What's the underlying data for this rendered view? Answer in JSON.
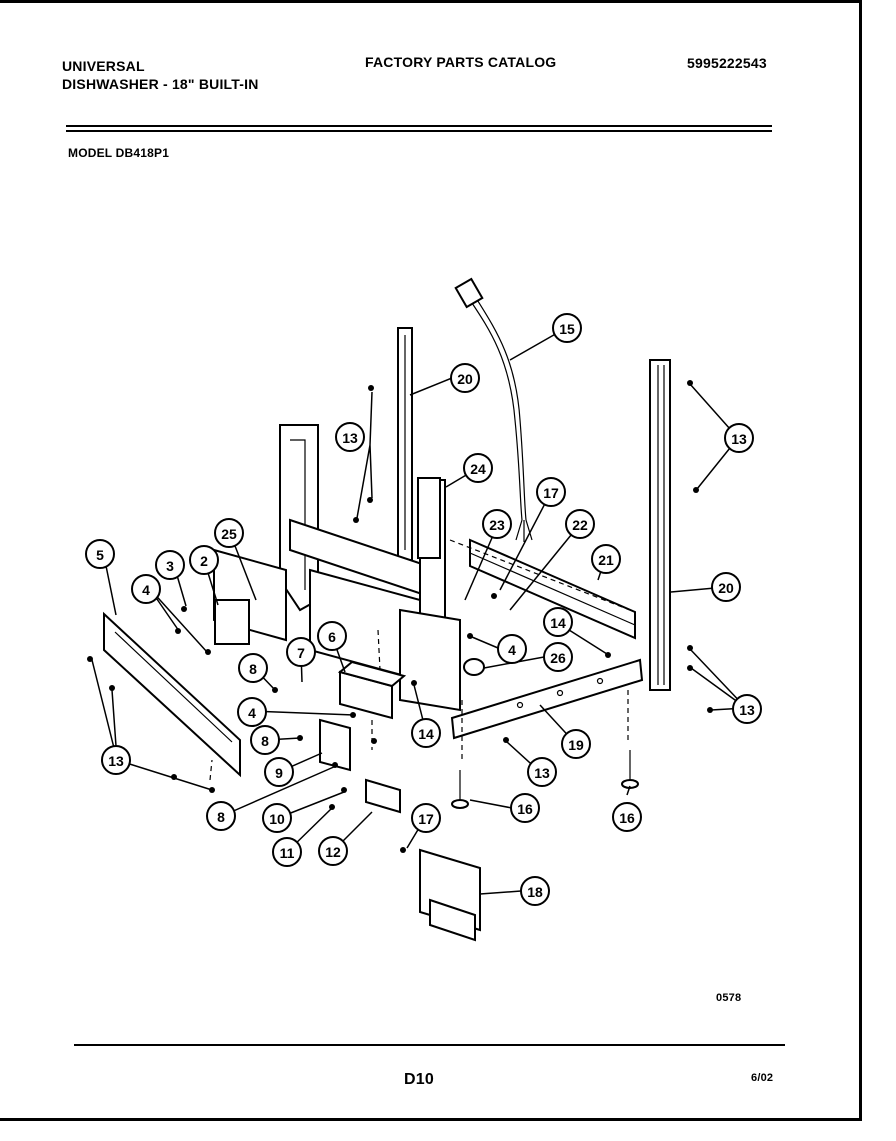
{
  "header": {
    "brand": "UNIVERSAL",
    "product": "DISHWASHER - 18\" BUILT-IN",
    "catalog_title": "FACTORY PARTS CATALOG",
    "catalog_number": "5995222543",
    "model_label": "MODEL DB418P1"
  },
  "diagram": {
    "callouts": [
      {
        "label": "2"
      },
      {
        "label": "3"
      },
      {
        "label": "4"
      },
      {
        "label": "4"
      },
      {
        "label": "4"
      },
      {
        "label": "5"
      },
      {
        "label": "6"
      },
      {
        "label": "7"
      },
      {
        "label": "8"
      },
      {
        "label": "8"
      },
      {
        "label": "8"
      },
      {
        "label": "9"
      },
      {
        "label": "10"
      },
      {
        "label": "11"
      },
      {
        "label": "12"
      },
      {
        "label": "13"
      },
      {
        "label": "13"
      },
      {
        "label": "13"
      },
      {
        "label": "13"
      },
      {
        "label": "13"
      },
      {
        "label": "14"
      },
      {
        "label": "14"
      },
      {
        "label": "15"
      },
      {
        "label": "16"
      },
      {
        "label": "16"
      },
      {
        "label": "17"
      },
      {
        "label": "17"
      },
      {
        "label": "18"
      },
      {
        "label": "19"
      },
      {
        "label": "20"
      },
      {
        "label": "20"
      },
      {
        "label": "21"
      },
      {
        "label": "22"
      },
      {
        "label": "23"
      },
      {
        "label": "24"
      },
      {
        "label": "25"
      },
      {
        "label": "26"
      }
    ],
    "drawing_code": "0578"
  },
  "footer": {
    "page_code": "D10",
    "date": "6/02"
  }
}
